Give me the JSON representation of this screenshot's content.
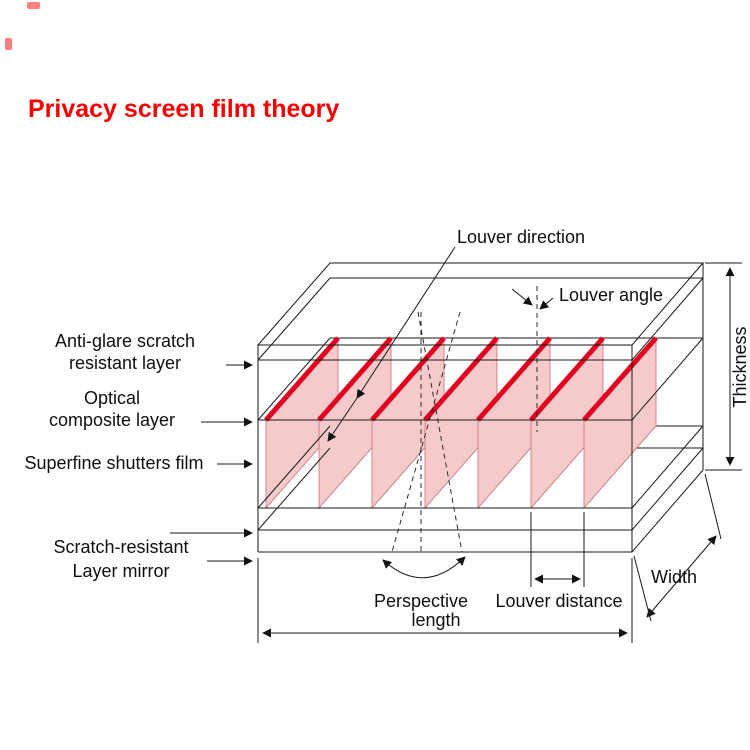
{
  "title": "Privacy screen film theory",
  "colors": {
    "title_red": "#f80000",
    "louver_red": "#e2001f",
    "louver_pink": "#f6caca",
    "line": "#1a1a1a"
  },
  "labels": {
    "anti_glare": [
      "Anti-glare scratch",
      "resistant layer"
    ],
    "optical": [
      "Optical",
      "composite layer"
    ],
    "superfine": "Superfine shutters film",
    "scratch_mirror": [
      "Scratch-resistant",
      "Layer mirror"
    ],
    "louver_direction": "Louver direction",
    "louver_angle": "Louver angle",
    "thickness": "Thickness",
    "width": "Width",
    "length": "length",
    "perspective": "Perspective",
    "louver_distance": "Louver distance"
  }
}
